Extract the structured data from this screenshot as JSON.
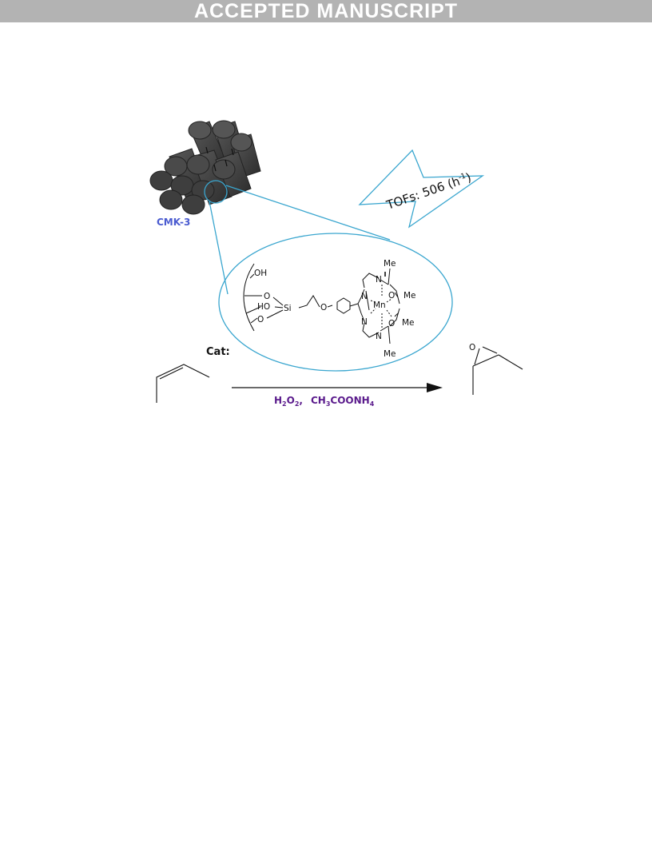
{
  "banner": {
    "text": "ACCEPTED MANUSCRIPT"
  },
  "support": {
    "label": "CMK-3",
    "color": "#4a5bd0"
  },
  "catalyst": {
    "label": "Cat:"
  },
  "tof": {
    "prefix": "TOFs: 506 (h",
    "superscript": "-1",
    "suffix": ")"
  },
  "reagents": {
    "h2o2": {
      "base": "H",
      "sub1": "2",
      "mid": "O",
      "sub2": "2",
      "sep": ","
    },
    "nh4oac": {
      "part1": "CH",
      "sub1": "3",
      "part2": "COONH",
      "sub2": "4"
    },
    "color": "#5a1a8c"
  },
  "structure": {
    "surface_oh": "OH",
    "o_top": "O",
    "ho": "HO",
    "si": "Si",
    "o_bottom": "O",
    "ether_o": "O",
    "n_top": "N",
    "n_left_top": "N",
    "n_left_bottom": "N",
    "n_bottom": "N",
    "mn": "Mn",
    "mn_color": "#4a5bd0",
    "me_top": "Me",
    "o_right_top": "O",
    "me_right_top": "Me",
    "o_right_bottom": "O",
    "me_right_bottom": "Me",
    "me_bottom": "Me",
    "epoxide_o": "O"
  },
  "colors": {
    "zoom_line": "#3aa6cf",
    "rod_fill": "#3a3a3a",
    "arrow": "#111111"
  }
}
